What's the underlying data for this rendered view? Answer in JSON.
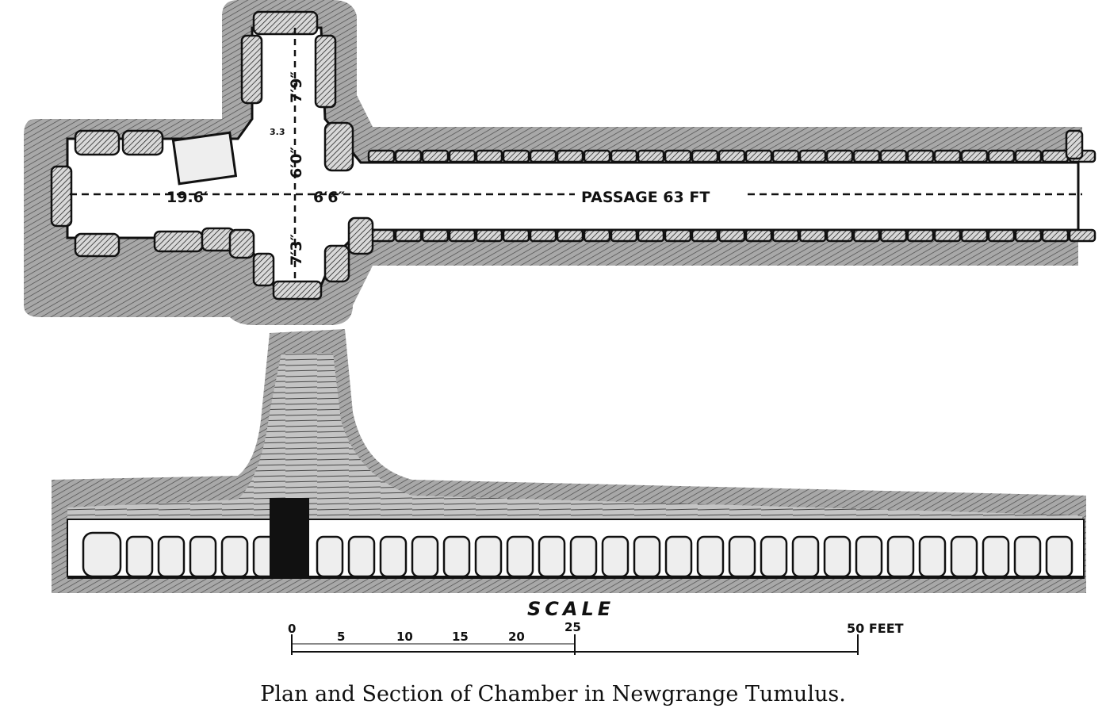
{
  "plan": {
    "labels": {
      "west_recess": "19.6′",
      "crossing": "6′6″",
      "passage": "PASSAGE 63 FT",
      "north_lower": "6′0″",
      "north_upper": "7′9″",
      "north_width": "3.3",
      "south": "7′3″"
    }
  },
  "scale": {
    "title": "SCALE",
    "ticks": [
      "0",
      "5",
      "10",
      "15",
      "20",
      "25"
    ],
    "end_label": "50 FEET"
  },
  "caption": "Plan and Section of Chamber in Newgrange Tumulus.",
  "colors": {
    "ink": "#111111",
    "mound": "#9a9a9a",
    "paper": "#ffffff"
  }
}
